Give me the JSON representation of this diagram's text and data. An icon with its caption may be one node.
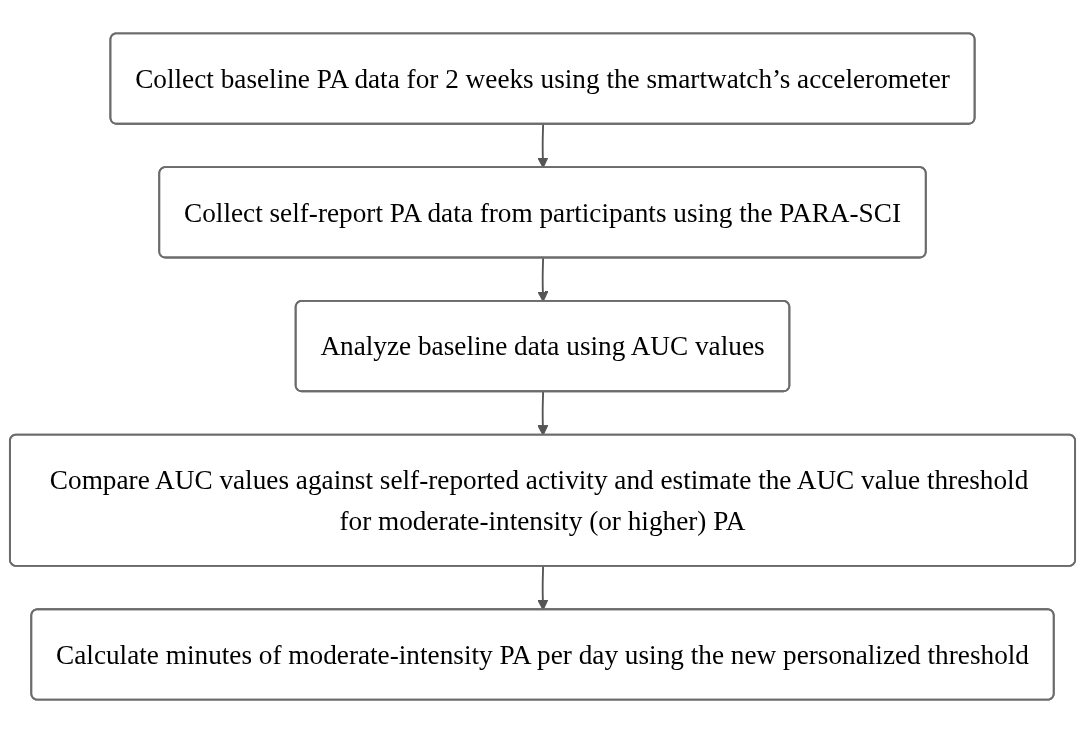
{
  "diagram": {
    "nodes": [
      {
        "text": [
          "Collect baseline PA data for 2 weeks using the smartwatch’s accelerometer"
        ]
      },
      {
        "text": [
          "Collect self-report PA data from participants using the PARA-SCI"
        ]
      },
      {
        "text": [
          "Analyze baseline data using AUC values"
        ]
      },
      {
        "text": [
          "Compare AUC values against self-reported activity and estimate the AUC value threshold for moderate-intensity (or higher) PA"
        ]
      },
      {
        "text": [
          "Calculate minutes of moderate-intensity PA per day using the new personalized threshold"
        ]
      }
    ],
    "edges": [
      {
        "from": 0,
        "to": 1,
        "arrow": "to"
      },
      {
        "from": 1,
        "to": 2,
        "arrow": "to"
      },
      {
        "from": 2,
        "to": 3,
        "arrow": "to"
      },
      {
        "from": 3,
        "to": 4,
        "arrow": "to"
      }
    ]
  }
}
